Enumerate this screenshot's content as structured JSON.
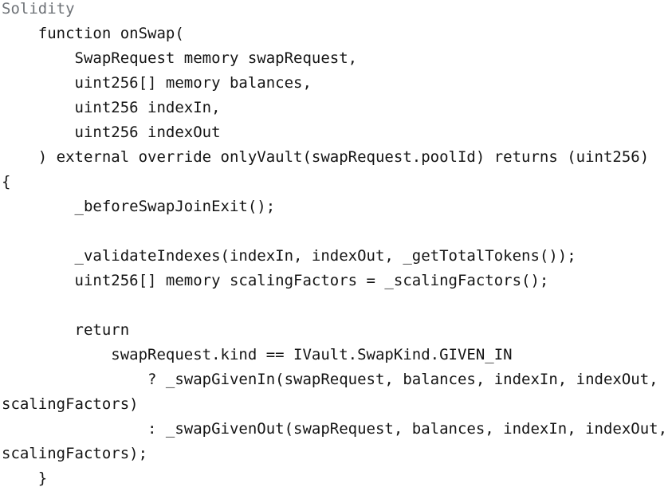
{
  "code_block": {
    "language_label": "Solidity",
    "language": "Solidity",
    "colors": {
      "background": "#ffffff",
      "label": "#6e7277",
      "code": "#141414"
    },
    "lines": [
      "    function onSwap(",
      "        SwapRequest memory swapRequest,",
      "        uint256[] memory balances,",
      "        uint256 indexIn,",
      "        uint256 indexOut",
      "    ) external override onlyVault(swapRequest.poolId) returns (uint256)",
      "{",
      "        _beforeSwapJoinExit();",
      "",
      "        _validateIndexes(indexIn, indexOut, _getTotalTokens());",
      "        uint256[] memory scalingFactors = _scalingFactors();",
      "",
      "        return",
      "            swapRequest.kind == IVault.SwapKind.GIVEN_IN",
      "                ? _swapGivenIn(swapRequest, balances, indexIn, indexOut,",
      "scalingFactors)",
      "                : _swapGivenOut(swapRequest, balances, indexIn, indexOut,",
      "scalingFactors);",
      "    }"
    ]
  }
}
